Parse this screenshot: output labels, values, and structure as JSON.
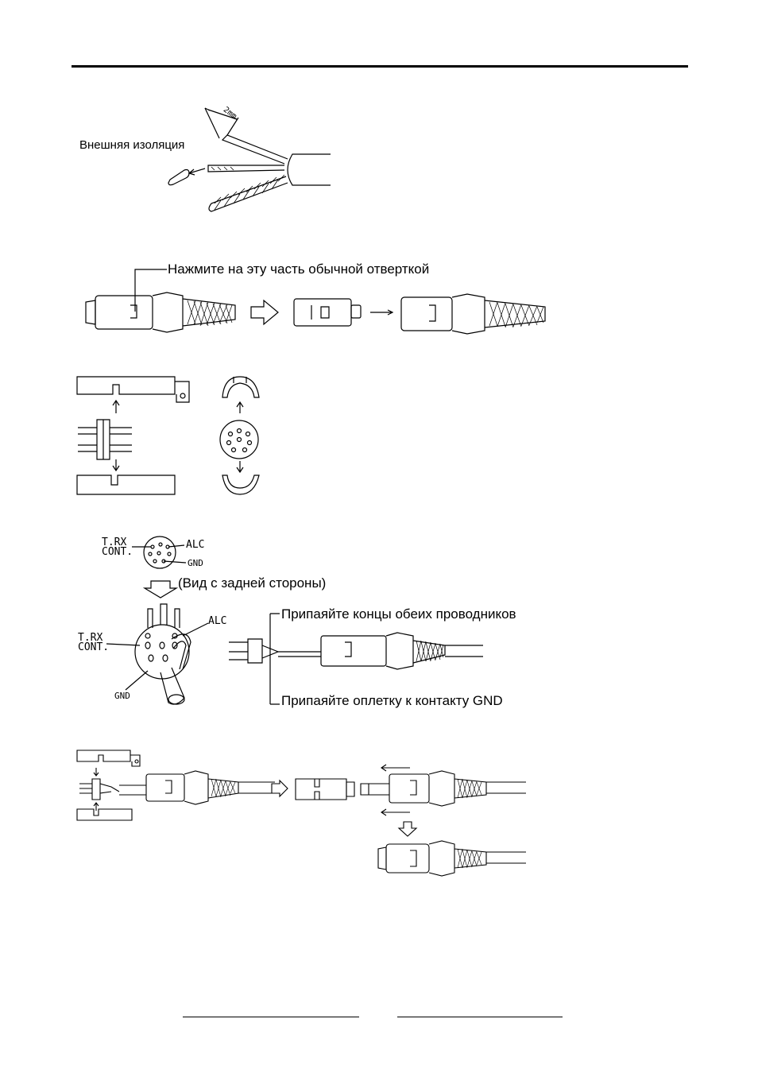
{
  "labels": {
    "outer_insulation": "Внешняя изоляция",
    "dim_2mm": "2mm",
    "press_here": "Нажмите на эту часть обычной отверткой",
    "rear_view": "(Вид с задней стороны)",
    "solder_both": "Припаяйте концы обеих проводников",
    "solder_braid": "Припаяйте оплетку к контакту GND"
  },
  "pins": {
    "trx_line1": "T.RX",
    "trx_line2": "CONT.",
    "alc": "ALC",
    "gnd": "GND"
  },
  "colors": {
    "ink": "#000000",
    "paper": "#ffffff"
  }
}
